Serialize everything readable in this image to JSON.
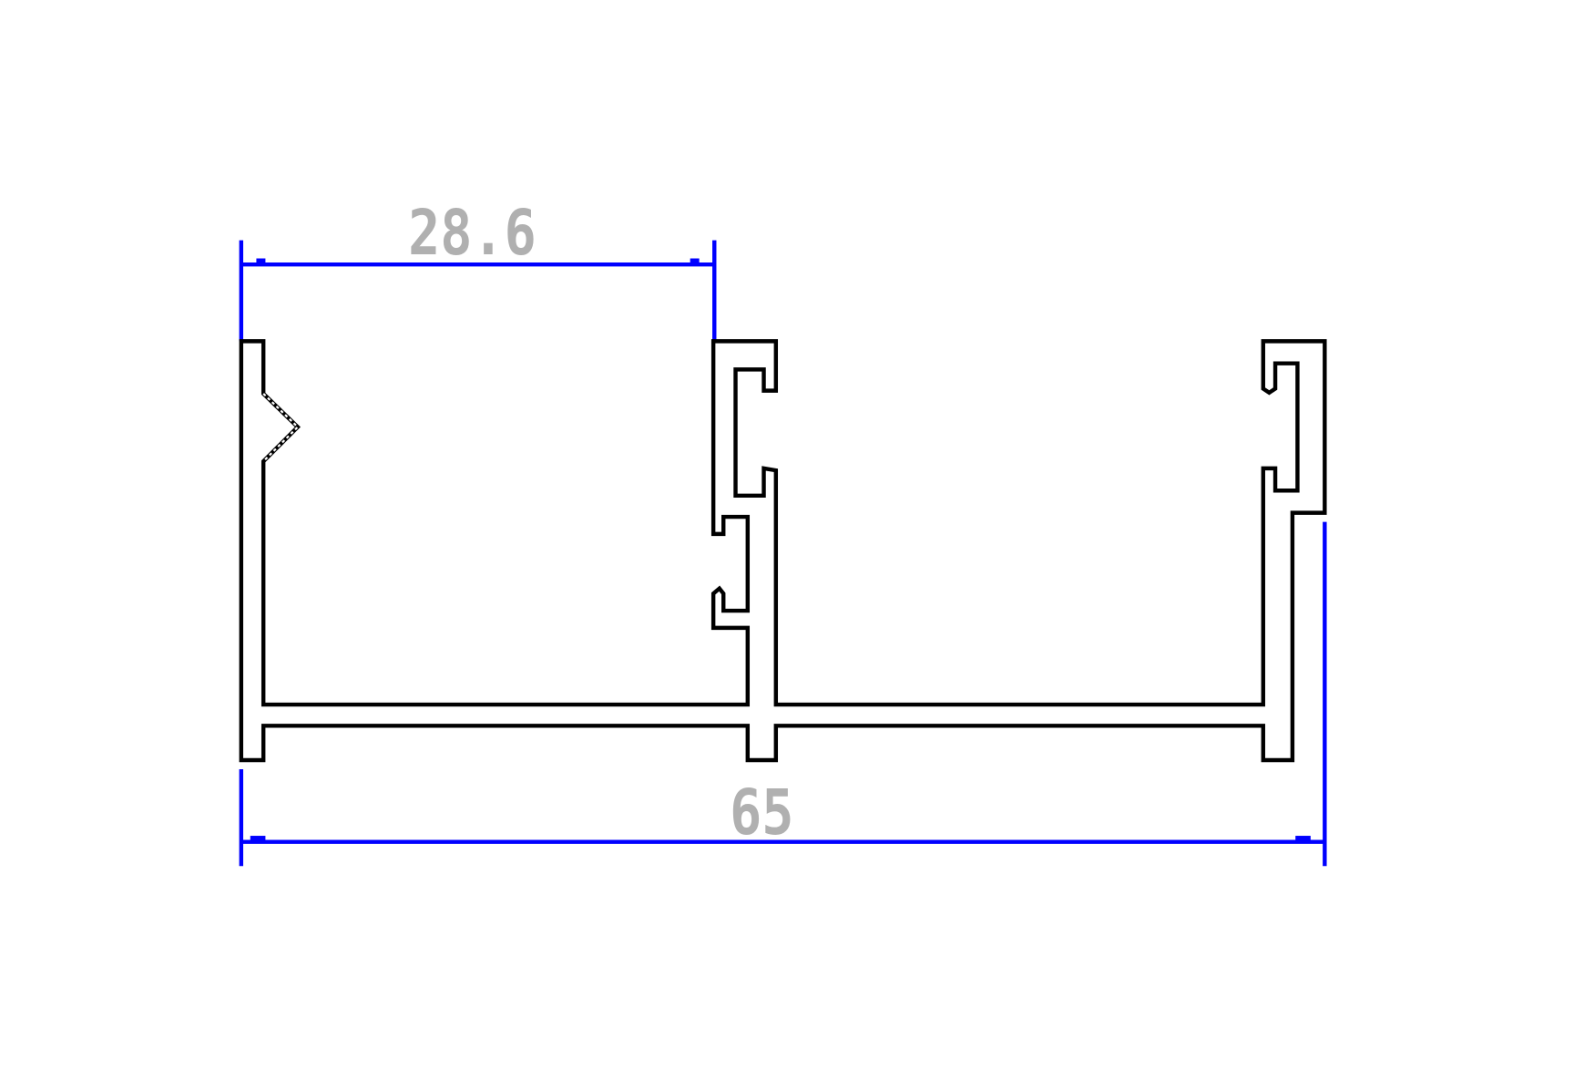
{
  "drawing": {
    "dimensions": [
      {
        "label": "28.6",
        "value": 28.6
      },
      {
        "label": "65",
        "value": 65
      }
    ],
    "colors": {
      "profile": "#000000",
      "dimension_line": "#0000ff",
      "dimension_text": "#b0b0b0",
      "background": "#ffffff"
    }
  }
}
